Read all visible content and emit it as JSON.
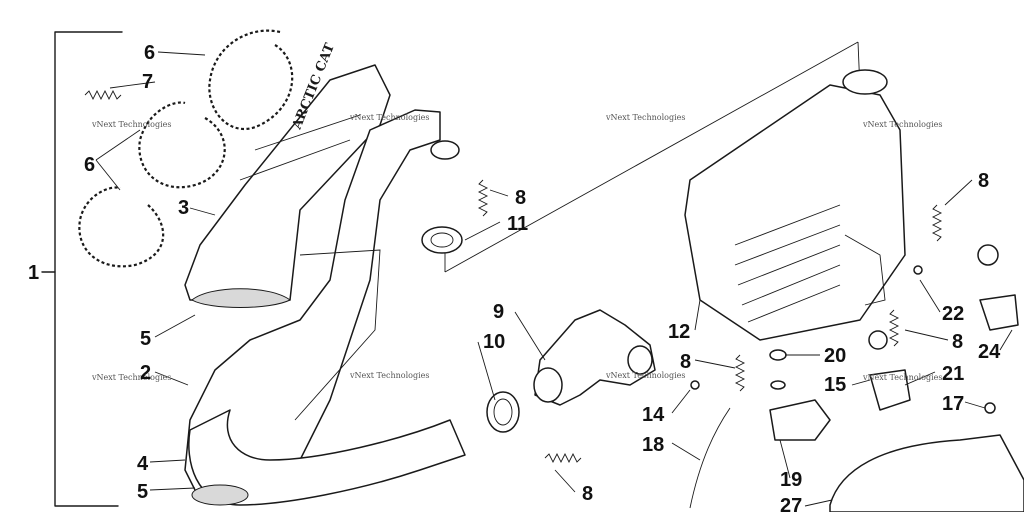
{
  "diagram": {
    "watermark": "vNext Technologies",
    "brand_text": "ARCTIC CAT",
    "callouts": [
      "1",
      "2",
      "3",
      "4",
      "5",
      "5",
      "6",
      "6",
      "7",
      "8",
      "8",
      "8",
      "8",
      "8",
      "9",
      "10",
      "11",
      "12",
      "14",
      "15",
      "17",
      "18",
      "19",
      "20",
      "21",
      "22",
      "24",
      "27"
    ]
  }
}
